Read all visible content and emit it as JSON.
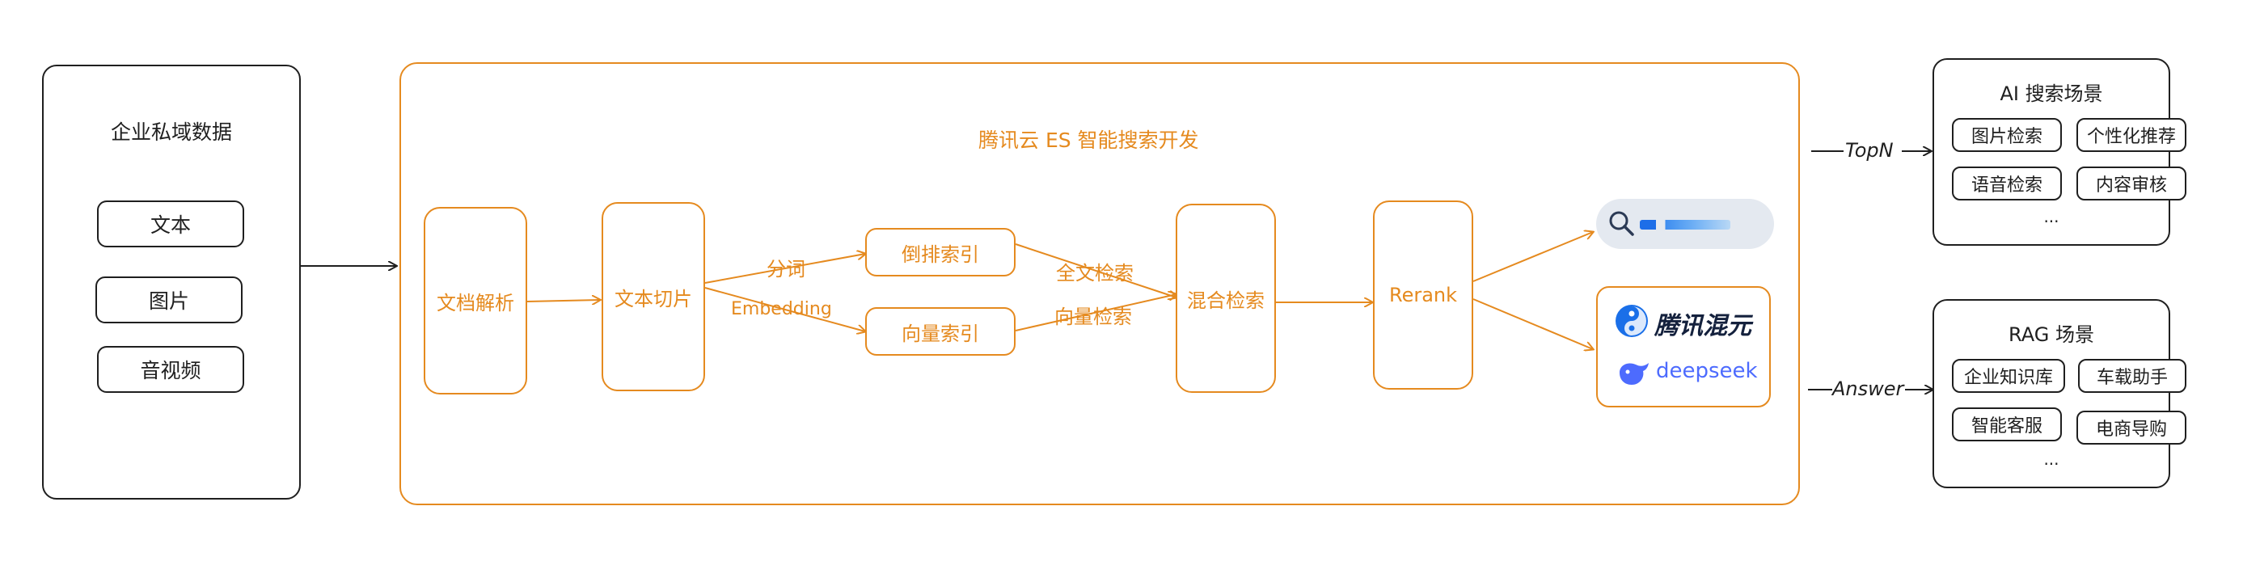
{
  "colors": {
    "accent": "#e58a1f",
    "ink": "#1f1f1f",
    "hunyuan_blue": "#1a6fe8",
    "deepseek_blue": "#4d6bfe"
  },
  "left_panel": {
    "title": "企业私域数据",
    "items": [
      "文本",
      "图片",
      "音视频"
    ]
  },
  "main_panel": {
    "title": "腾讯云 ES 智能搜索开发",
    "nodes": {
      "doc_parse": "文档解析",
      "text_chunk": "文本切片",
      "inverted_index": "倒排索引",
      "vector_index": "向量索引",
      "hybrid_search": "混合检索",
      "rerank": "Rerank"
    },
    "edge_labels": {
      "tokenize": "分词",
      "embedding": "Embedding",
      "fulltext": "全文检索",
      "vector_search": "向量检索"
    },
    "llm_logos": [
      "腾讯混元",
      "deepseek"
    ]
  },
  "right_top": {
    "arrow_label": "TopN",
    "title": "AI 搜索场景",
    "items": [
      "图片检索",
      "个性化推荐",
      "语音检索",
      "内容审核"
    ],
    "ellipsis": "..."
  },
  "right_bottom": {
    "arrow_label": "Answer",
    "title": "RAG 场景",
    "items": [
      "企业知识库",
      "车载助手",
      "智能客服",
      "电商导购"
    ],
    "ellipsis": "..."
  }
}
